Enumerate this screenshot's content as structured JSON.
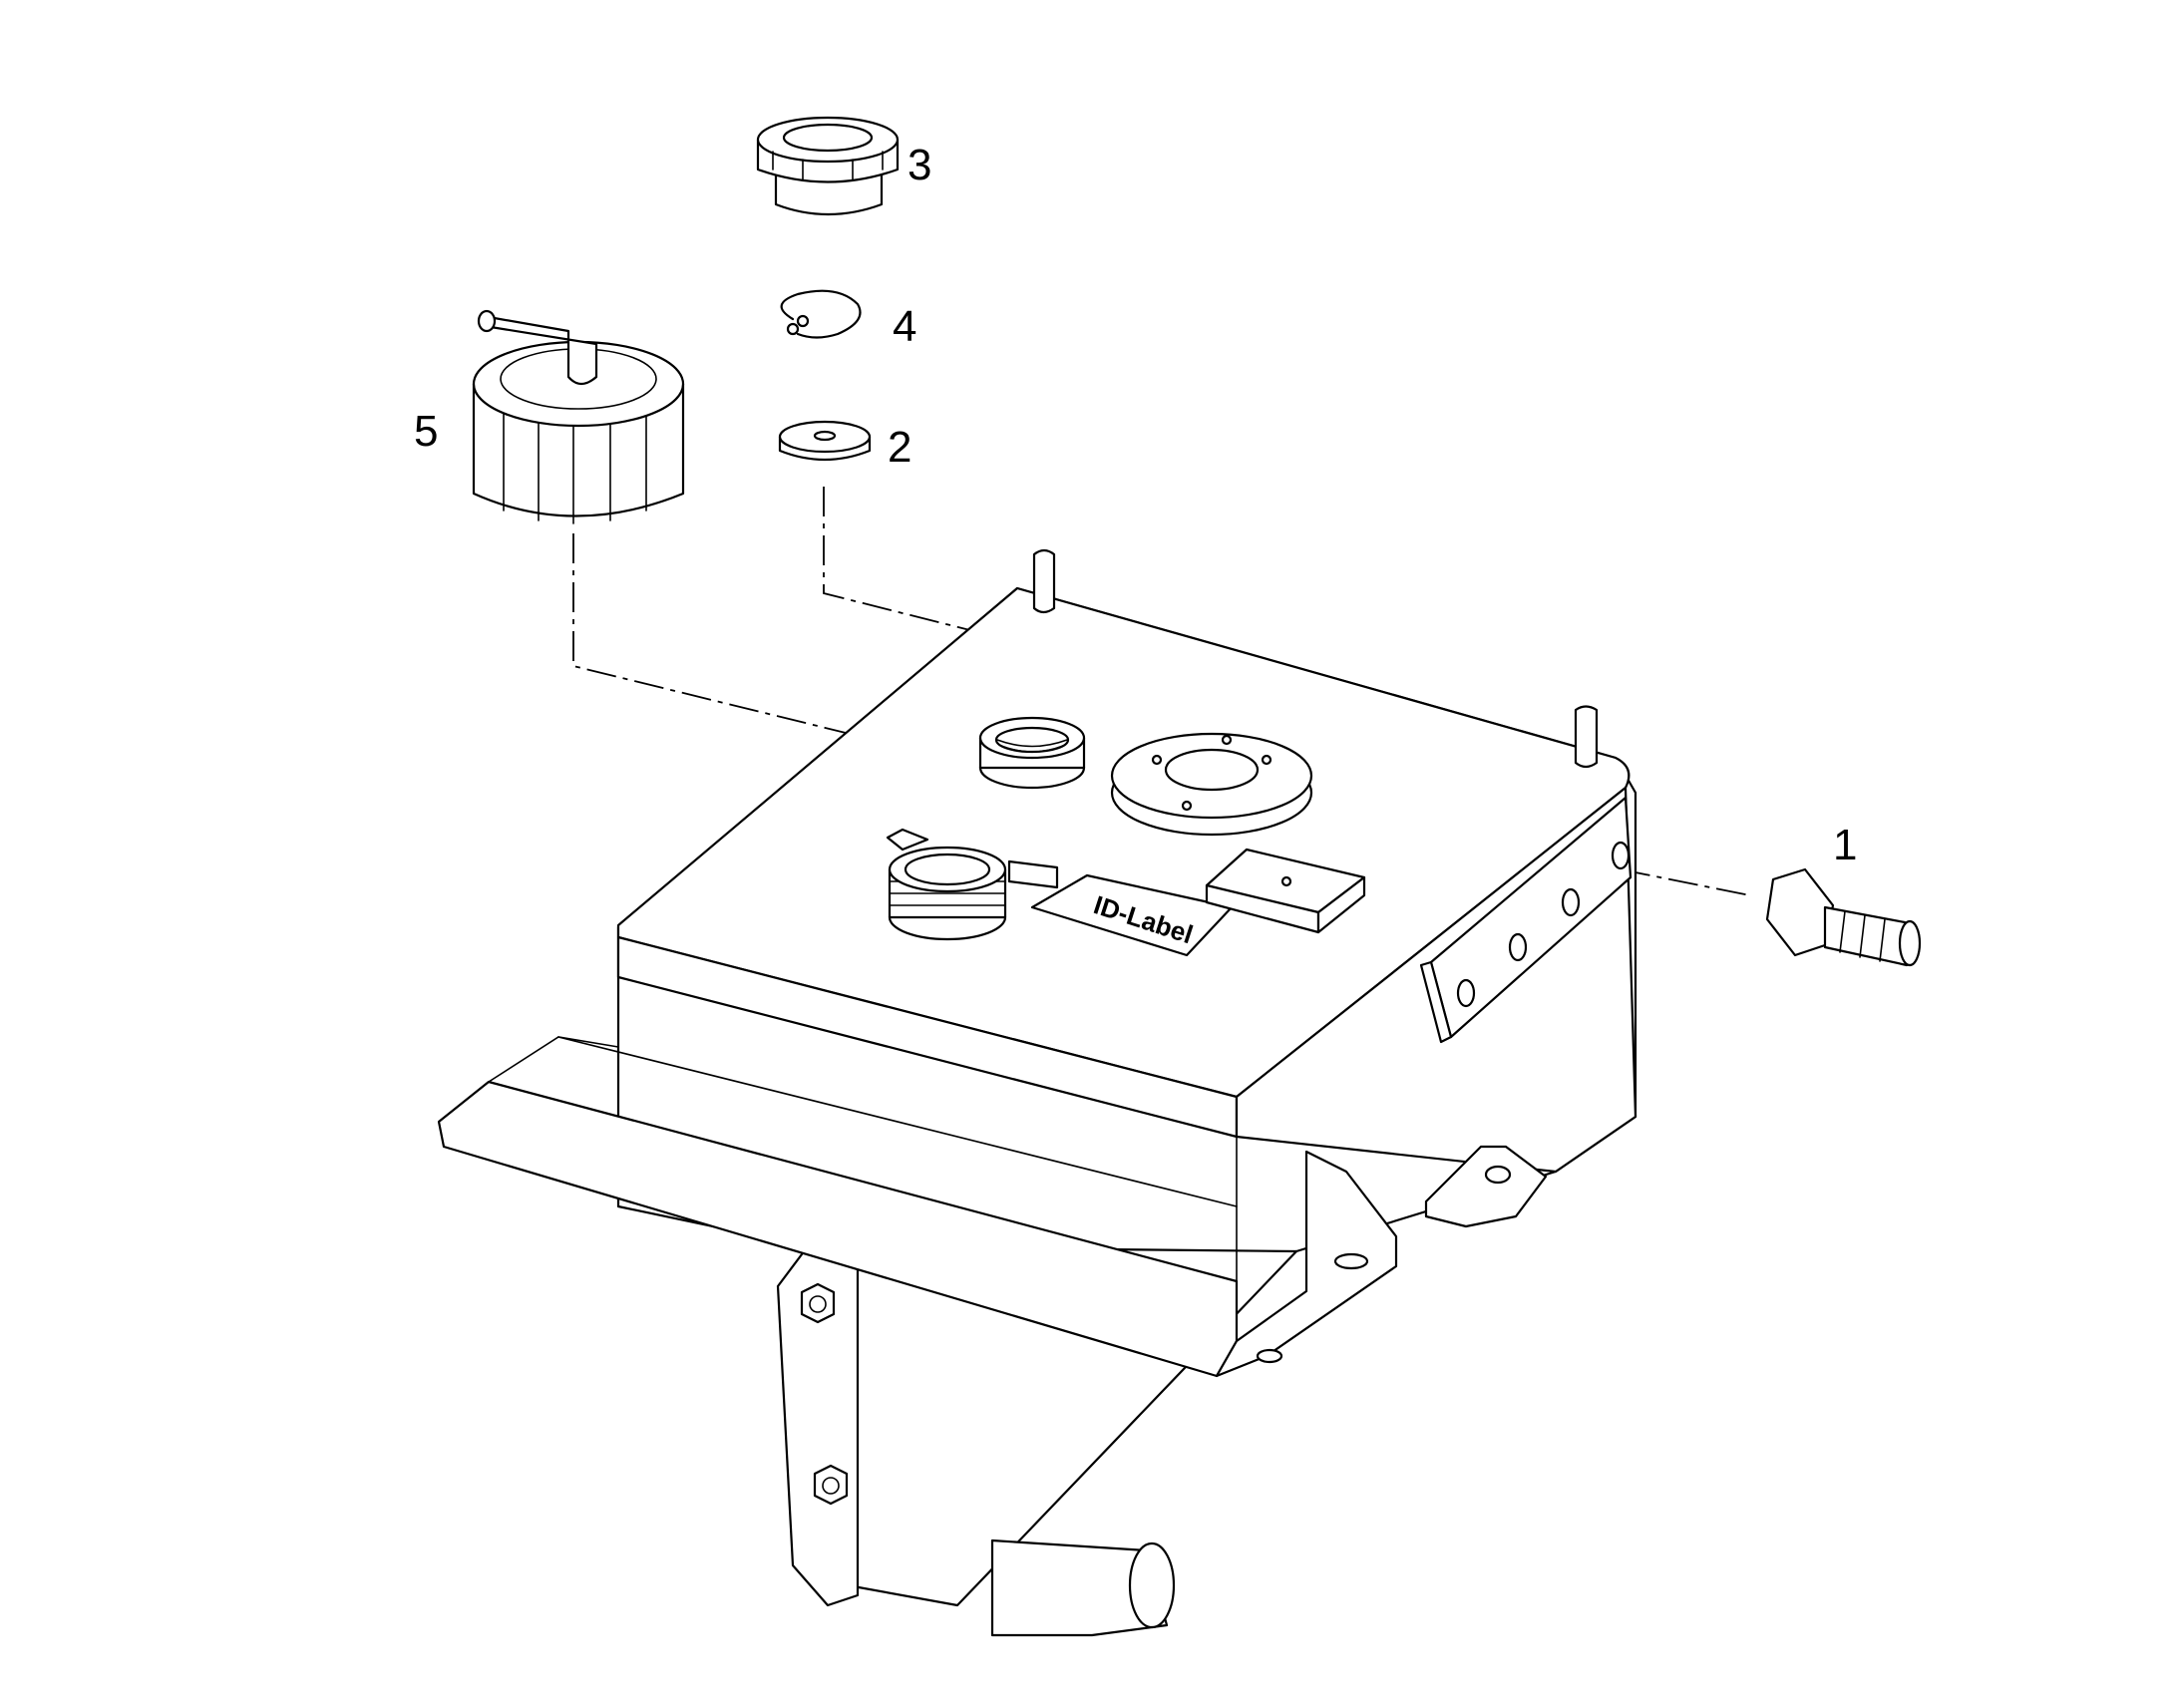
{
  "callouts": [
    {
      "id": "1",
      "text": "1"
    },
    {
      "id": "2",
      "text": "2"
    },
    {
      "id": "3",
      "text": "3"
    },
    {
      "id": "4",
      "text": "4"
    },
    {
      "id": "5",
      "text": "5"
    }
  ],
  "tank": {
    "id_label_text": "ID-Label"
  }
}
